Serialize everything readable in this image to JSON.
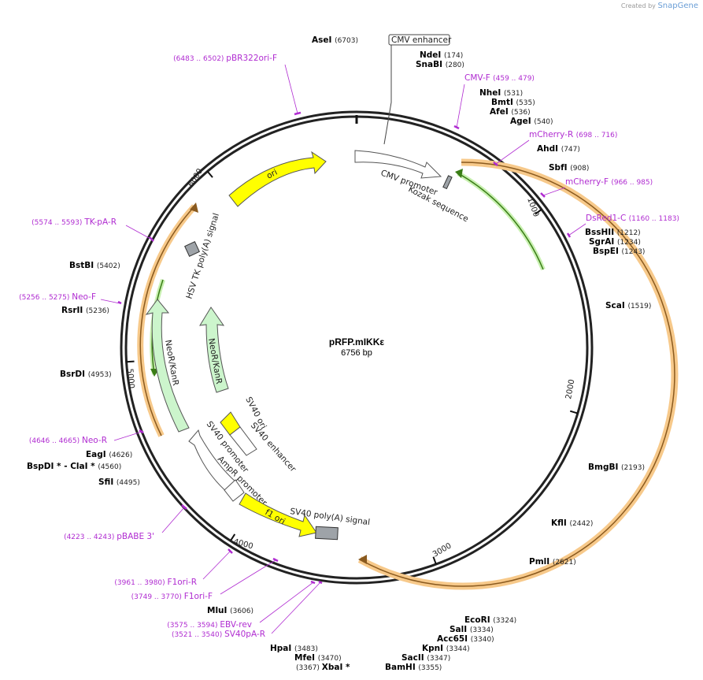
{
  "watermark": {
    "text": "Created by",
    "brand": "SnapGene"
  },
  "plasmid": {
    "name": "pRFP.mIKKε",
    "size": "6756 bp",
    "length": 6756
  },
  "ticks": [
    {
      "pos": 1000,
      "label": "1000"
    },
    {
      "pos": 2000,
      "label": "2000"
    },
    {
      "pos": 3000,
      "label": "3000"
    },
    {
      "pos": 4000,
      "label": "4000"
    },
    {
      "pos": 5000,
      "label": "5000"
    },
    {
      "pos": 6000,
      "label": "6000"
    }
  ],
  "enzymes": [
    {
      "id": "asei",
      "name": "AseI",
      "pos": "(6703)"
    },
    {
      "id": "ndei",
      "name": "NdeI",
      "pos": "(174)"
    },
    {
      "id": "snabi",
      "name": "SnaBI",
      "pos": "(280)"
    },
    {
      "id": "nhei",
      "name": "NheI",
      "pos": "(531)"
    },
    {
      "id": "bmti",
      "name": "BmtI",
      "pos": "(535)"
    },
    {
      "id": "afei",
      "name": "AfeI",
      "pos": "(536)"
    },
    {
      "id": "agei",
      "name": "AgeI",
      "pos": "(540)"
    },
    {
      "id": "ahdi",
      "name": "AhdI",
      "pos": "(747)"
    },
    {
      "id": "sbfi",
      "name": "SbfI",
      "pos": "(908)"
    },
    {
      "id": "bsshii",
      "name": "BssHII",
      "pos": "(1212)"
    },
    {
      "id": "sgrai",
      "name": "SgrAI",
      "pos": "(1234)"
    },
    {
      "id": "bspei",
      "name": "BspEI",
      "pos": "(1243)"
    },
    {
      "id": "scai",
      "name": "ScaI",
      "pos": "(1519)"
    },
    {
      "id": "bmgbi",
      "name": "BmgBI",
      "pos": "(2193)"
    },
    {
      "id": "kfli",
      "name": "KflI",
      "pos": "(2442)"
    },
    {
      "id": "pmli",
      "name": "PmlI",
      "pos": "(2621)"
    },
    {
      "id": "ecori",
      "name": "EcoRI",
      "pos": "(3324)"
    },
    {
      "id": "sali",
      "name": "SalI",
      "pos": "(3334)"
    },
    {
      "id": "acc65i",
      "name": "Acc65I",
      "pos": "(3340)"
    },
    {
      "id": "kpni",
      "name": "KpnI",
      "pos": "(3344)"
    },
    {
      "id": "sacii",
      "name": "SacII",
      "pos": "(3347)"
    },
    {
      "id": "bamhi",
      "name": "BamHI",
      "pos": "(3355)"
    },
    {
      "id": "xbai",
      "name": "XbaI *",
      "pos": "(3367)"
    },
    {
      "id": "mfei",
      "name": "MfeI",
      "pos": "(3470)"
    },
    {
      "id": "hpai",
      "name": "HpaI",
      "pos": "(3483)"
    },
    {
      "id": "mlui",
      "name": "MluI",
      "pos": "(3606)"
    },
    {
      "id": "sfii",
      "name": "SfiI",
      "pos": "(4495)"
    },
    {
      "id": "bspdi",
      "name": "BspDI * - ClaI *",
      "pos": "(4560)"
    },
    {
      "id": "eagi",
      "name": "EagI",
      "pos": "(4626)"
    },
    {
      "id": "bsrdi",
      "name": "BsrDI",
      "pos": "(4953)"
    },
    {
      "id": "rsrii",
      "name": "RsrII",
      "pos": "(5236)"
    },
    {
      "id": "bstbi",
      "name": "BstBI",
      "pos": "(5402)"
    }
  ],
  "primers": [
    {
      "id": "pbr322ori-f",
      "name": "pBR322ori-F",
      "range": "(6483 .. 6502)"
    },
    {
      "id": "cmv-f",
      "name": "CMV-F",
      "range": "(459 .. 479)"
    },
    {
      "id": "mcherry-r",
      "name": "mCherry-R",
      "range": "(698 .. 716)"
    },
    {
      "id": "mcherry-f",
      "name": "mCherry-F",
      "range": "(966 .. 985)"
    },
    {
      "id": "dsred1-c",
      "name": "DsRed1-C",
      "range": "(1160 .. 1183)"
    },
    {
      "id": "tk-pa-r",
      "name": "TK-pA-R",
      "range": "(5574 .. 5593)"
    },
    {
      "id": "neo-f",
      "name": "Neo-F",
      "range": "(5256 .. 5275)"
    },
    {
      "id": "neo-r",
      "name": "Neo-R",
      "range": "(4646 .. 4665)"
    },
    {
      "id": "pbabe-3",
      "name": "pBABE 3'",
      "range": "(4223 .. 4243)"
    },
    {
      "id": "f1ori-r",
      "name": "F1ori-R",
      "range": "(3961 .. 3980)"
    },
    {
      "id": "f1ori-f",
      "name": "F1ori-F",
      "range": "(3749 .. 3770)"
    },
    {
      "id": "ebv-rev",
      "name": "EBV-rev",
      "range": "(3575 .. 3594)"
    },
    {
      "id": "sv40pa-r",
      "name": "SV40pA-R",
      "range": "(3521 .. 3540)"
    }
  ],
  "features": {
    "cmv_enhancer": "CMV enhancer",
    "cmv_promoter": "CMV promoter",
    "kozak": "Kozak sequence",
    "ori": "ori",
    "hsv_tk": "HSV TK poly(A) signal",
    "neo_outer": "NeoR/KanR",
    "neo_inner": "NeoR/KanR",
    "sv40_ori": "SV40 ori",
    "sv40_enh": "SV40 enhancer",
    "sv40_prom": "SV40 promoter",
    "ampr_prom": "AmpR promoter",
    "f1_ori": "f1 ori",
    "sv40_pa": "SV40 poly(A) signal"
  },
  "colors": {
    "backbone": "#222222",
    "primer": "#b02cd1",
    "ori": "#ffff00",
    "neo": "#ccf5cc",
    "orf_orange": "#f7c98a",
    "orf_line": "#8a5a1f",
    "mcherry_green": "#3a7d16",
    "polyA": "#9ea3a8"
  }
}
